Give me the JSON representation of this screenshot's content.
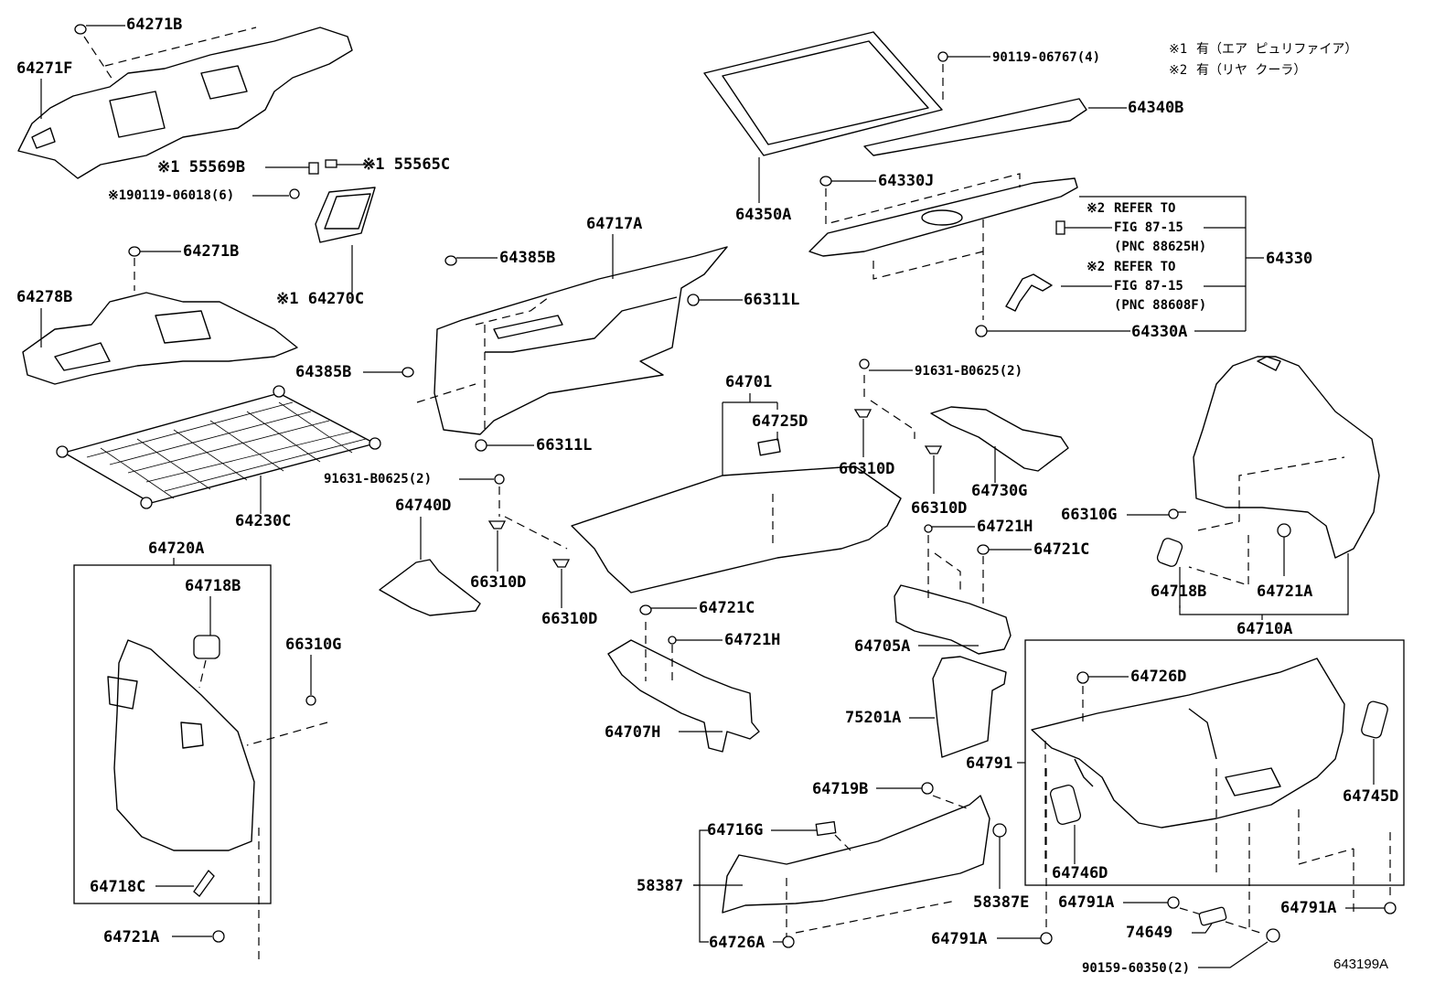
{
  "diagram": {
    "type": "exploded-parts-diagram",
    "figure_code": "643199A",
    "notes": [
      {
        "mark": "※1",
        "text": "有（エア ピュリファイア）"
      },
      {
        "mark": "※2",
        "text": "有（リヤ クーラ）"
      }
    ],
    "references": [
      {
        "mark": "※2",
        "line1": "REFER TO",
        "line2": "FIG 87-15",
        "line3": "(PNC 88625H)"
      },
      {
        "mark": "※2",
        "line1": "REFER TO",
        "line2": "FIG 87-15",
        "line3": "(PNC 88608F)"
      }
    ],
    "labels": {
      "p64271B_top": "64271B",
      "p64271F": "64271F",
      "p55569B": "55569B",
      "p55565C": "55565C",
      "p90119_06018": "90119-06018(6)",
      "p64270C": "64270C",
      "p64271B_mid": "64271B",
      "p64278B": "64278B",
      "p64230C": "64230C",
      "p64720A": "64720A",
      "p64718B_left": "64718B",
      "p66310G_left": "66310G",
      "p64718C": "64718C",
      "p64721A_left": "64721A",
      "p64385B_top": "64385B",
      "p64717A": "64717A",
      "p66311L_top": "66311L",
      "p64385B_left": "64385B",
      "p66311L_bottom": "66311L",
      "p91631_left": "91631-B0625(2)",
      "p64740D": "64740D",
      "p66310D_a": "66310D",
      "p66310D_b": "66310D",
      "p64350A": "64350A",
      "p90119_06767": "90119-06767(4)",
      "p64340B": "64340B",
      "p64330J": "64330J",
      "p64330": "64330",
      "p64330A": "64330A",
      "p64701": "64701",
      "p64725D": "64725D",
      "p64721C_mid": "64721C",
      "p64721H_mid": "64721H",
      "p64707H": "64707H",
      "p91631_right": "91631-B0625(2)",
      "p66310D_c": "66310D",
      "p66310D_d": "66310D",
      "p64730G": "64730G",
      "p64721H_right": "64721H",
      "p64721C_right": "64721C",
      "p64705A": "64705A",
      "p75201A": "75201A",
      "p64791": "64791",
      "p64719B": "64719B",
      "p64716G": "64716G",
      "p58387": "58387",
      "p64726A": "64726A",
      "p58387E": "58387E",
      "p64791A_a": "64791A",
      "p64791A_b": "64791A",
      "p64791A_c": "64791A",
      "p74649": "74649",
      "p90159_60350": "90159-60350(2)",
      "p66310G_right": "66310G",
      "p64718B_right": "64718B",
      "p64721A_right": "64721A",
      "p64710A": "64710A",
      "p64726D": "64726D",
      "p64745D": "64745D",
      "p64746D": "64746D"
    }
  }
}
